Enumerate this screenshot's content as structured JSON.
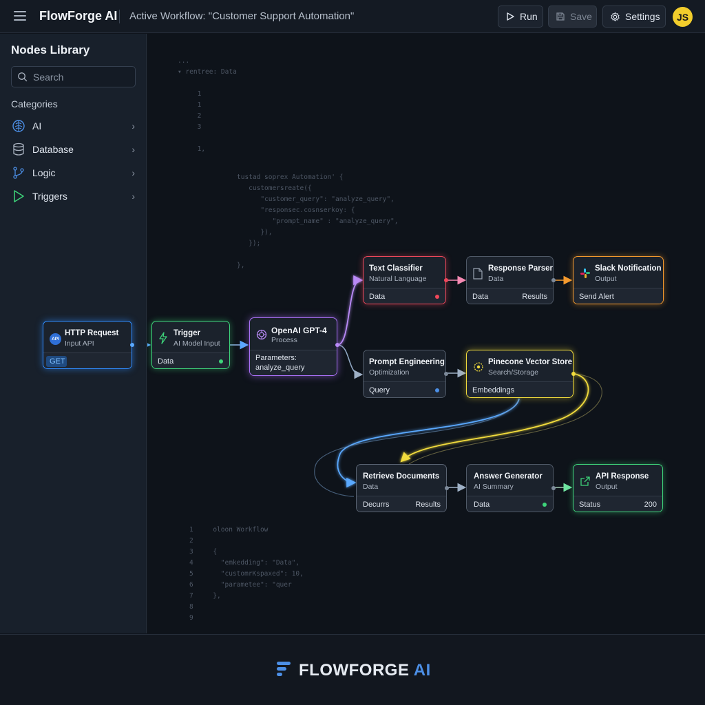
{
  "header": {
    "brand": "FlowForge AI",
    "workflow_title": "Active Workflow: \"Customer Support Automation\"",
    "run_label": "Run",
    "save_label": "Save",
    "settings_label": "Settings",
    "avatar_initials": "JS"
  },
  "sidebar": {
    "title": "Nodes Library",
    "search_placeholder": "Search",
    "categories_label": "Categories",
    "items": [
      {
        "label": "AI",
        "icon": "brain-icon"
      },
      {
        "label": "Database",
        "icon": "database-icon"
      },
      {
        "label": "Logic",
        "icon": "branch-icon"
      },
      {
        "label": "Triggers",
        "icon": "play-icon"
      }
    ]
  },
  "code_snippets": {
    "top": "...\n▾ rentree: Data\n\n     1\n     1\n     2\n     3\n\n     1,",
    "middle": "tustad soprex Automation' {\n   customersreate({\n      \"customer_query\": \"analyze_query\",\n      \"responsec.cosnserkoy: {\n         \"prompt_name\" : \"analyze_query\",\n      }),\n   });\n\n},",
    "bottom": "1     oloon Workflow\n2\n3     {\n4       \"emkedding\": \"Data\",\n5       \"customrKspaxed\": 10,\n6       \"parametee\": \"quer\n7     },\n8\n9"
  },
  "nodes": {
    "http": {
      "title": "HTTP Request",
      "subtitle": "Input API",
      "footer_left": "GET",
      "badge_text": "API"
    },
    "trigger": {
      "title": "Trigger",
      "subtitle": "AI Model Input",
      "footer_left": "Data"
    },
    "openai": {
      "title": "OpenAI GPT-4",
      "subtitle": "Process",
      "footer_line1": "Parameters:",
      "footer_line2": "analyze_query"
    },
    "classifier": {
      "title": "Text Classifier",
      "subtitle": "Natural Language",
      "footer_left": "Data"
    },
    "parser": {
      "title": "Response Parser",
      "subtitle": "Data",
      "footer_left": "Data",
      "footer_right": "Results"
    },
    "slack": {
      "title": "Slack Notification",
      "subtitle": "Output",
      "footer_left": "Send Alert"
    },
    "prompt": {
      "title": "Prompt Engineering",
      "subtitle": "Optimization",
      "footer_left": "Query"
    },
    "pinecone": {
      "title": "Pinecone Vector Store",
      "subtitle": "Search/Storage",
      "footer_left": "Embeddings"
    },
    "retrieve": {
      "title": "Retrieve Documents",
      "subtitle": "Data",
      "footer_left": "Decurrs",
      "footer_right": "Results"
    },
    "answer": {
      "title": "Answer Generator",
      "subtitle": "AI Summary",
      "footer_left": "Data"
    },
    "apiresp": {
      "title": "API Response",
      "subtitle": "Output",
      "footer_left": "Status",
      "footer_right": "200"
    }
  },
  "colors": {
    "blue": "#2f8cff",
    "green": "#3ed47a",
    "purple": "#a970f5",
    "red": "#f0475a",
    "gray": "#5c6675",
    "orange": "#f59a2e",
    "yellow": "#f2dc3c",
    "accent": "#4c8fe6"
  },
  "footer": {
    "brand_main": "FLOWFORGE",
    "brand_ai": "AI"
  }
}
